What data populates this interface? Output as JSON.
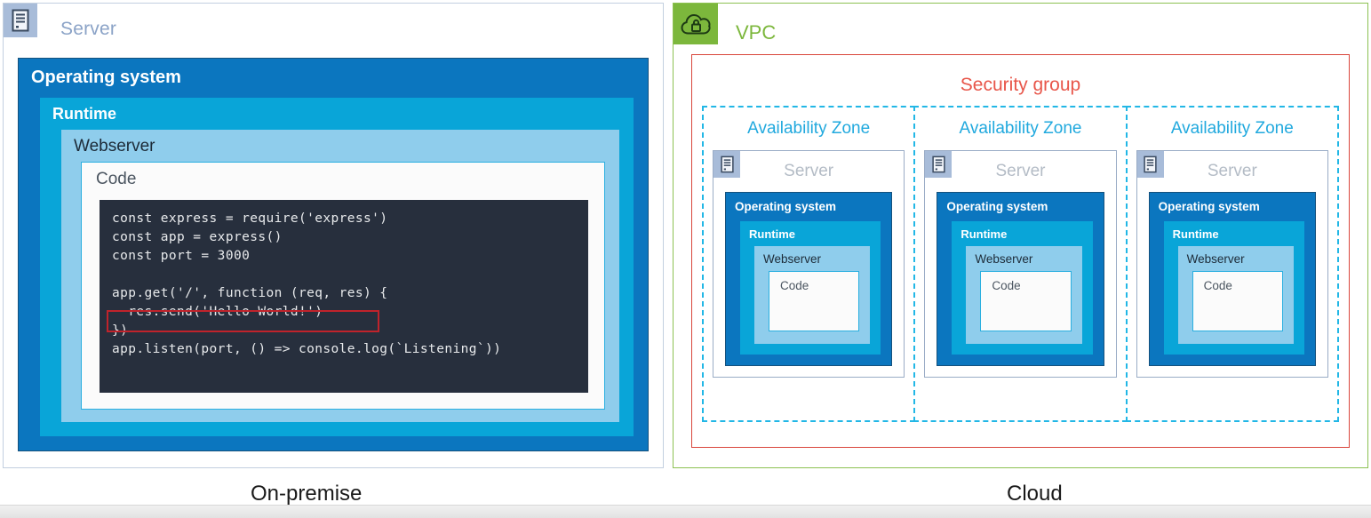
{
  "captions": {
    "onpremise": "On-premise",
    "cloud": "Cloud"
  },
  "onpremise": {
    "icon": "server-icon",
    "server_title": "Server",
    "layers": {
      "os": "Operating system",
      "runtime": "Runtime",
      "webserver": "Webserver",
      "code": "Code"
    },
    "code_block": {
      "lines": [
        "const express = require('express')",
        "const app = express()",
        "const port = 3000",
        "",
        "app.get('/', function (req, res) {",
        "  res.send('Hello World!')",
        "})",
        "app.listen(port, () => console.log(`Listening`))"
      ],
      "highlighted_line_index": 5,
      "highlight_color": "#c0232b",
      "background": "#272f3d",
      "text_color": "#e8eaec"
    }
  },
  "cloud": {
    "icon": "cloud-lock-icon",
    "vpc_title": "VPC",
    "vpc_border_color": "#8cc152",
    "security_group": {
      "title": "Security group",
      "border_color": "#d9463c",
      "text_color": "#e8564a"
    },
    "availability_zones": [
      {
        "title": "Availability Zone",
        "icon": "server-icon",
        "server_title": "Server",
        "layers": {
          "os": "Operating system",
          "runtime": "Runtime",
          "webserver": "Webserver",
          "code": "Code"
        }
      },
      {
        "title": "Availability Zone",
        "icon": "server-icon",
        "server_title": "Server",
        "layers": {
          "os": "Operating system",
          "runtime": "Runtime",
          "webserver": "Webserver",
          "code": "Code"
        }
      },
      {
        "title": "Availability Zone",
        "icon": "server-icon",
        "server_title": "Server",
        "layers": {
          "os": "Operating system",
          "runtime": "Runtime",
          "webserver": "Webserver",
          "code": "Code"
        }
      }
    ],
    "az_border_color": "#22b7e6"
  },
  "palette": {
    "os": "#0b76bf",
    "runtime": "#09a5d8",
    "webserver": "#8fcdec",
    "code_panel": "#fbfbfb",
    "server_icon_bg": "#a8bcd9",
    "vpc_icon_bg": "#7cb73c"
  }
}
